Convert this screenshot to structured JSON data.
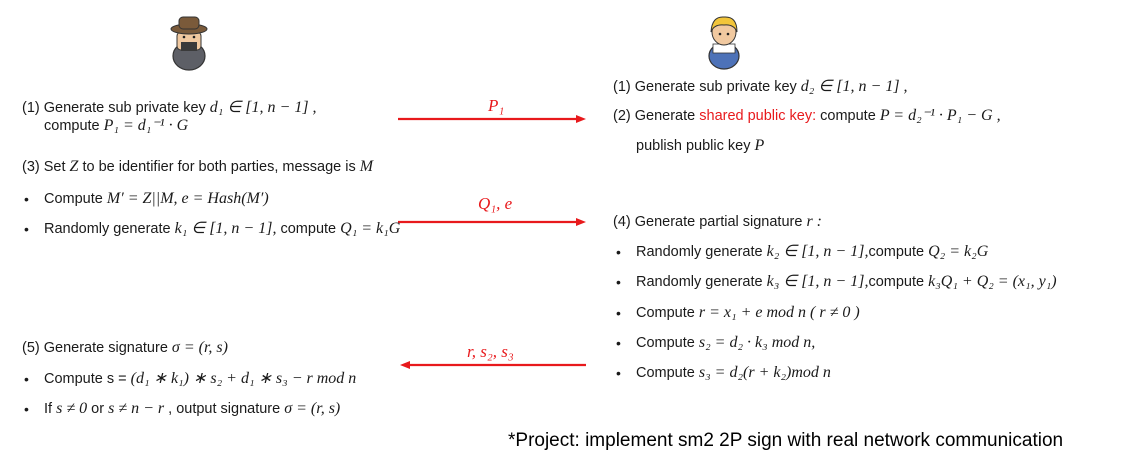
{
  "left": {
    "step1_line1_text": "(1) Generate sub private key",
    "step1_line1_math": "d₁ ∈ [1, n − 1]  ,",
    "step1_line2_text": "compute",
    "step1_line2_math": "P₁ = d₁⁻¹ · G",
    "step3_text": "(3) Set",
    "step3_math1": "Z",
    "step3_text2": "to be identifier for both parties, message is",
    "step3_math2": "M",
    "step3_b1_text": "Compute",
    "step3_b1_math": "M′ = Z||M,  e = Hash(M′)",
    "step3_b2_text": "Randomly generate",
    "step3_b2_math": "k₁ ∈ [1, n − 1],",
    "step3_b2_text2": "compute",
    "step3_b2_math2": "Q₁ = k₁G",
    "step5_text": "(5) Generate signature",
    "step5_math": "σ = (r, s)",
    "step5_b1_text": "Compute s =",
    "step5_b1_math": "(d₁ ∗ k₁) ∗ s₂ + d₁ ∗ s₃ − r mod n",
    "step5_b2_text1": "If",
    "step5_b2_math1": "s ≠ 0",
    "step5_b2_text2": "or",
    "step5_b2_math2": "s ≠ n − r",
    "step5_b2_text3": ", output signature",
    "step5_b2_math3": "σ = (r, s)"
  },
  "right": {
    "step1_text": "(1) Generate sub private key",
    "step1_math": "d₂ ∈ [1, n − 1]  ,",
    "step2_text": "(2) Generate",
    "step2_red": "shared public key:",
    "step2_text2": "compute",
    "step2_math": "P = d₂⁻¹ · P₁ − G  ,",
    "step2_line2_text": "publish public key",
    "step2_line2_math": "P",
    "step4_text": "(4) Generate partial signature",
    "step4_math": "r  :",
    "b1_text": "Randomly generate",
    "b1_math": "k₂ ∈ [1, n − 1],",
    "b1_text2": "compute",
    "b1_math2": "Q₂ = k₂G",
    "b2_text": "Randomly generate",
    "b2_math": "k₃ ∈ [1, n − 1],",
    "b2_text2": "compute",
    "b2_math2": "k₃Q₁ + Q₂ = (x₁, y₁)",
    "b3_text": "Compute",
    "b3_math": "r = x₁ + e mod n  ( r ≠ 0 )",
    "b4_text": "Compute",
    "b4_math": "s₂ = d₂ · k₃ mod n,",
    "b5_text": "Compute",
    "b5_math": "s₃ = d₂(r + k₂)mod n"
  },
  "arrows": {
    "a1_label": "P₁",
    "a2_label": "Q₁, e",
    "a3_label": "r, s₂, s₃",
    "color": "#e8191c"
  },
  "footer_note": "*Project: implement sm2 2P sign with real network communication",
  "icons": [
    "client-avatar-icon",
    "server-avatar-icon"
  ]
}
